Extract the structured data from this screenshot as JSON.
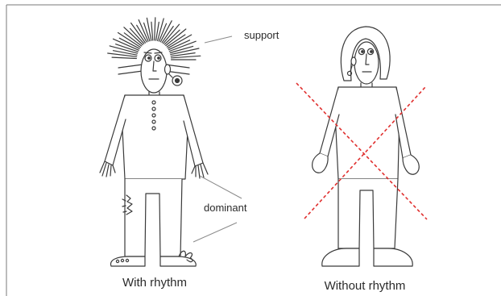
{
  "figures": {
    "left": {
      "caption": "With rhythm"
    },
    "right": {
      "caption": "Without rhythm"
    }
  },
  "annotations": {
    "support": "support",
    "dominant": "dominant"
  },
  "colors": {
    "stroke": "#3a3a3a",
    "cross": "#e0302f",
    "background": "#ffffff"
  }
}
